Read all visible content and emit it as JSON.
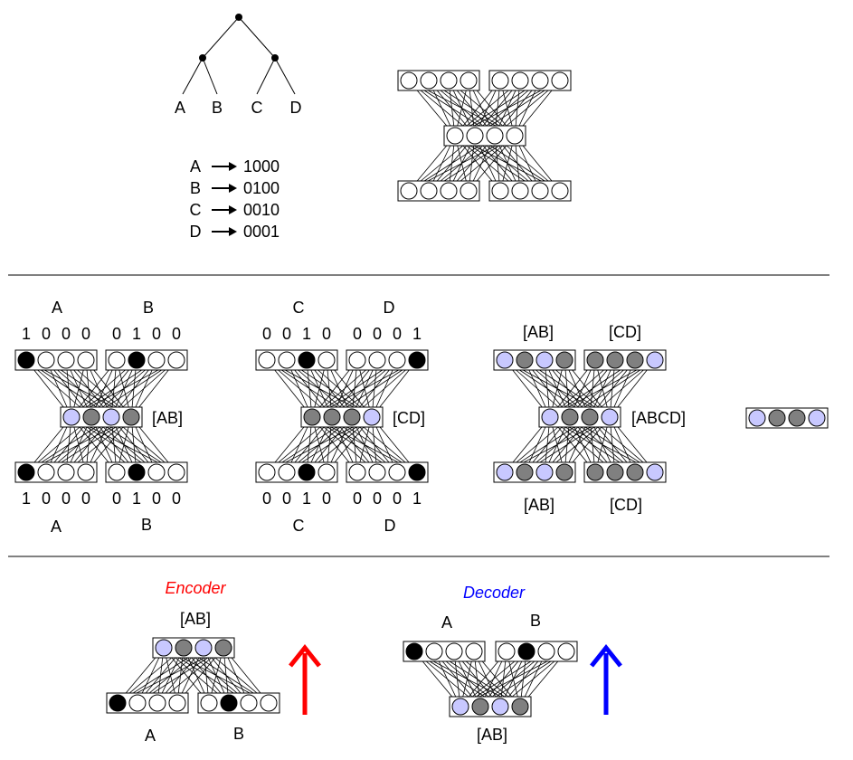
{
  "colors": {
    "off": "#ffffff",
    "on": "#000000",
    "gray": "#808080",
    "lavender": "#c8c8ff",
    "encoder": "#ff0000",
    "decoder": "#0000ff"
  },
  "tree": {
    "leaves": [
      "A",
      "B",
      "C",
      "D"
    ]
  },
  "encoding_table": [
    {
      "symbol": "A",
      "code": "1000"
    },
    {
      "symbol": "B",
      "code": "0100"
    },
    {
      "symbol": "C",
      "code": "0010"
    },
    {
      "symbol": "D",
      "code": "0001"
    }
  ],
  "panel_ab": {
    "top_labels": [
      "A",
      "B"
    ],
    "top_bits_left": [
      "1",
      "0",
      "0",
      "0"
    ],
    "top_bits_right": [
      "0",
      "1",
      "0",
      "0"
    ],
    "input_left": [
      "on",
      "off",
      "off",
      "off"
    ],
    "input_right": [
      "off",
      "on",
      "off",
      "off"
    ],
    "hidden": [
      "lavender",
      "gray",
      "lavender",
      "gray"
    ],
    "hidden_label": "[AB]",
    "output_left": [
      "on",
      "off",
      "off",
      "off"
    ],
    "output_right": [
      "off",
      "on",
      "off",
      "off"
    ],
    "bottom_bits_left": [
      "1",
      "0",
      "0",
      "0"
    ],
    "bottom_bits_right": [
      "0",
      "1",
      "0",
      "0"
    ],
    "bottom_labels": [
      "A",
      "B"
    ]
  },
  "panel_cd": {
    "top_labels": [
      "C",
      "D"
    ],
    "top_bits_left": [
      "0",
      "0",
      "1",
      "0"
    ],
    "top_bits_right": [
      "0",
      "0",
      "0",
      "1"
    ],
    "input_left": [
      "off",
      "off",
      "on",
      "off"
    ],
    "input_right": [
      "off",
      "off",
      "off",
      "on"
    ],
    "hidden": [
      "gray",
      "gray",
      "gray",
      "lavender"
    ],
    "hidden_label": "[CD]",
    "output_left": [
      "off",
      "off",
      "on",
      "off"
    ],
    "output_right": [
      "off",
      "off",
      "off",
      "on"
    ],
    "bottom_bits_left": [
      "0",
      "0",
      "1",
      "0"
    ],
    "bottom_bits_right": [
      "0",
      "0",
      "0",
      "1"
    ],
    "bottom_labels": [
      "C",
      "D"
    ]
  },
  "panel_abcd": {
    "top_labels": [
      "[AB]",
      "[CD]"
    ],
    "input_left": [
      "lavender",
      "gray",
      "lavender",
      "gray"
    ],
    "input_right": [
      "gray",
      "gray",
      "gray",
      "lavender"
    ],
    "hidden": [
      "lavender",
      "gray",
      "gray",
      "lavender"
    ],
    "hidden_label": "[ABCD]",
    "output_left": [
      "lavender",
      "gray",
      "lavender",
      "gray"
    ],
    "output_right": [
      "gray",
      "gray",
      "gray",
      "lavender"
    ],
    "bottom_labels": [
      "[AB]",
      "[CD]"
    ],
    "result": [
      "lavender",
      "gray",
      "gray",
      "lavender"
    ]
  },
  "encoder": {
    "title": "Encoder",
    "hidden_label": "[AB]",
    "hidden": [
      "lavender",
      "gray",
      "lavender",
      "gray"
    ],
    "input_left": [
      "on",
      "off",
      "off",
      "off"
    ],
    "input_right": [
      "off",
      "on",
      "off",
      "off"
    ],
    "bottom_labels": [
      "A",
      "B"
    ]
  },
  "decoder": {
    "title": "Decoder",
    "top_labels": [
      "A",
      "B"
    ],
    "output_left": [
      "on",
      "off",
      "off",
      "off"
    ],
    "output_right": [
      "off",
      "on",
      "off",
      "off"
    ],
    "hidden": [
      "lavender",
      "gray",
      "lavender",
      "gray"
    ],
    "hidden_label": "[AB]"
  }
}
